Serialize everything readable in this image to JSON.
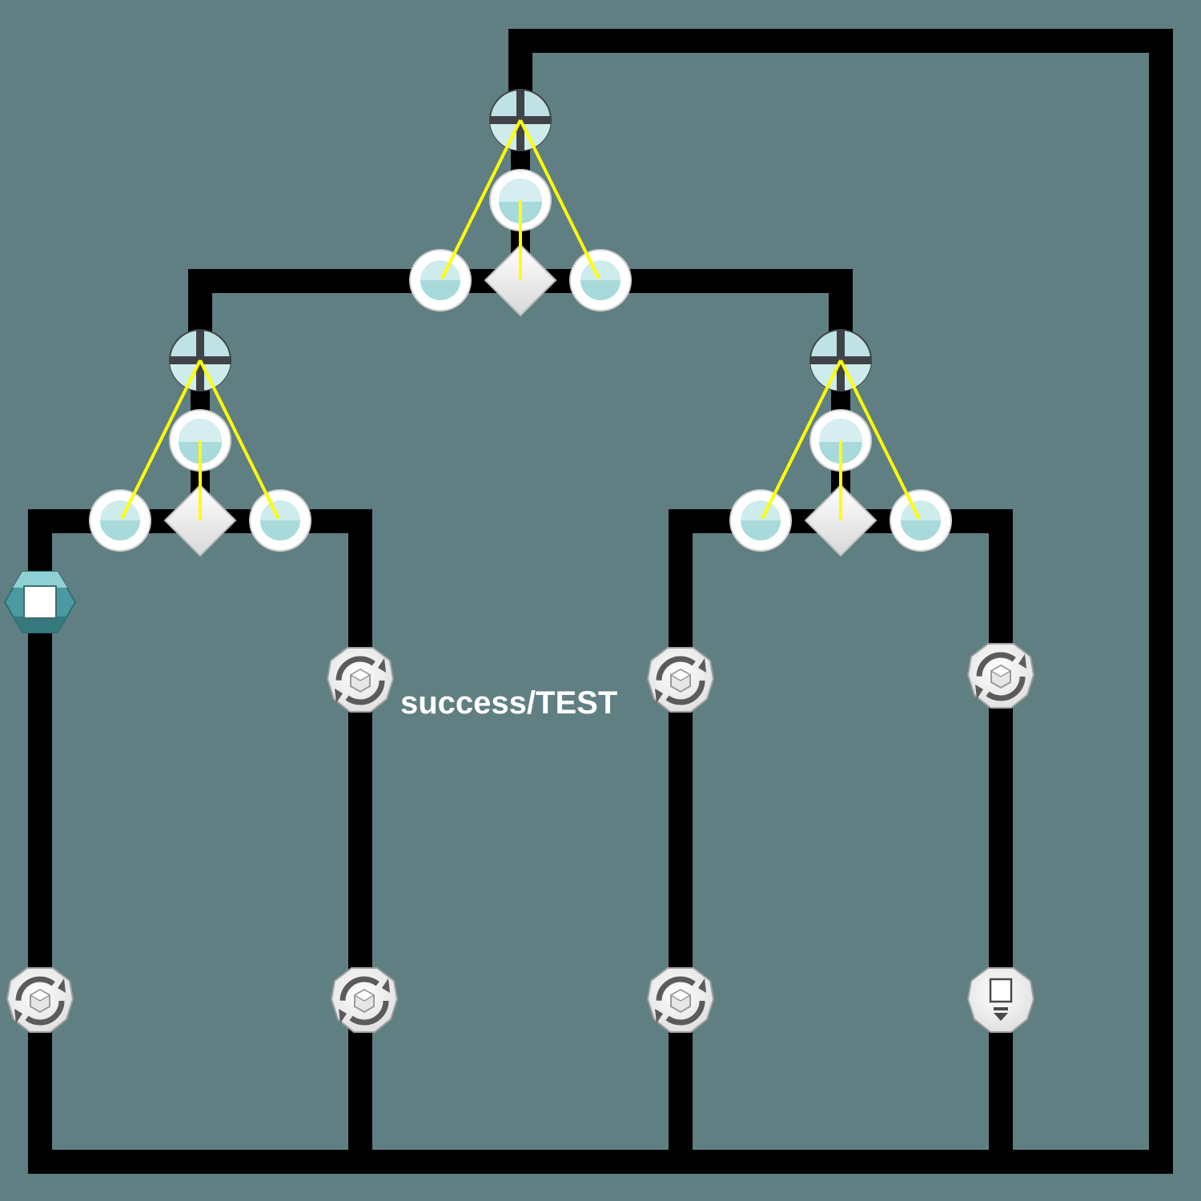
{
  "board": {
    "label": "success/TEST",
    "colors": {
      "background": "#607f82",
      "track": "#000000",
      "link": "#ffff00",
      "node_fill": "#ffffff",
      "node_inner": "#a8dadb",
      "junction": "#404347",
      "gear": "#5b5b5b",
      "terminal": "#4b9aa1"
    },
    "nodes": [
      {
        "name": "junction-top",
        "icon": "cross-junction-icon"
      },
      {
        "name": "junction-left",
        "icon": "cross-junction-icon"
      },
      {
        "name": "junction-right",
        "icon": "cross-junction-icon"
      },
      {
        "name": "start-terminal",
        "icon": "hexagon-stop-icon"
      },
      {
        "name": "processor",
        "icon": "gear-cube-icon"
      },
      {
        "name": "output",
        "icon": "box-download-icon"
      }
    ]
  }
}
